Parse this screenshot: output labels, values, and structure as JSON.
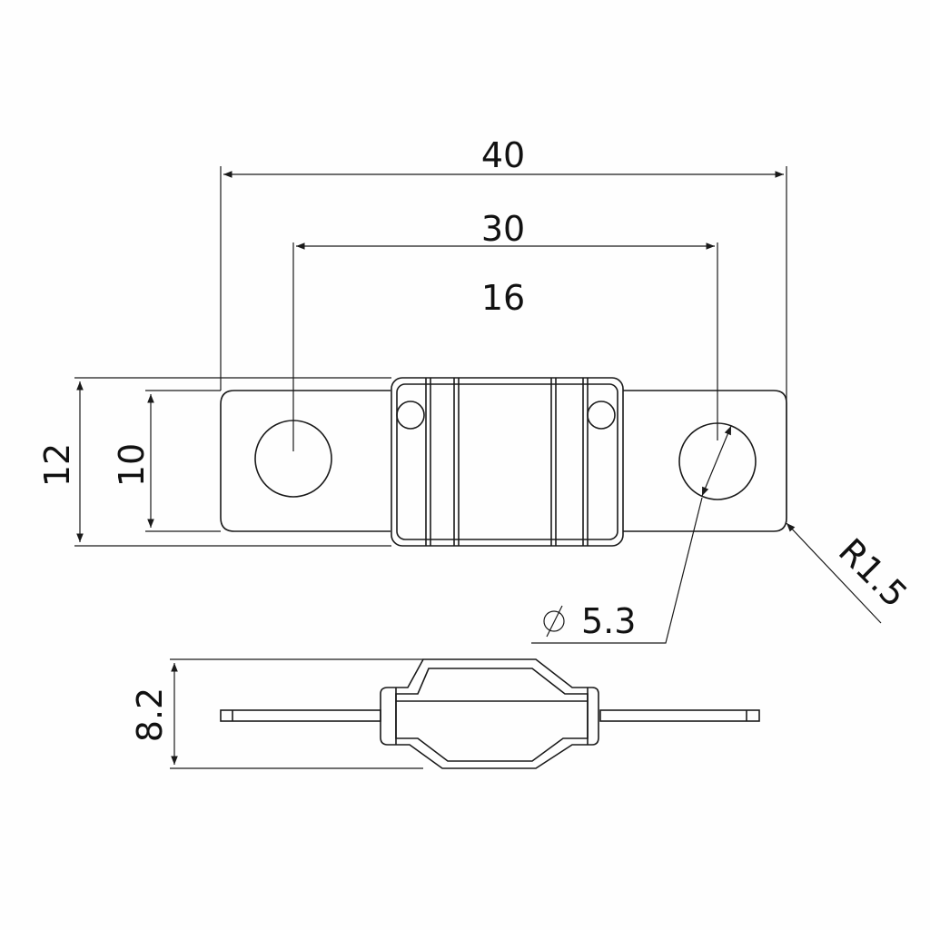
{
  "drawing": {
    "title": "Fuse dimension drawing",
    "colors": {
      "line": "#1a1a1a",
      "background": "#fefefe"
    },
    "dimensions": {
      "overall_length": "40",
      "hole_spacing": "30",
      "body_width": "16",
      "tab_outer_height": "12",
      "tab_height": "10",
      "hole_diameter": "5.3",
      "hole_diameter_symbol": "⌀",
      "corner_radius": "R1.5",
      "side_thickness": "8.2"
    },
    "views": [
      {
        "name": "top-view",
        "label": ""
      },
      {
        "name": "side-view",
        "label": ""
      }
    ]
  }
}
